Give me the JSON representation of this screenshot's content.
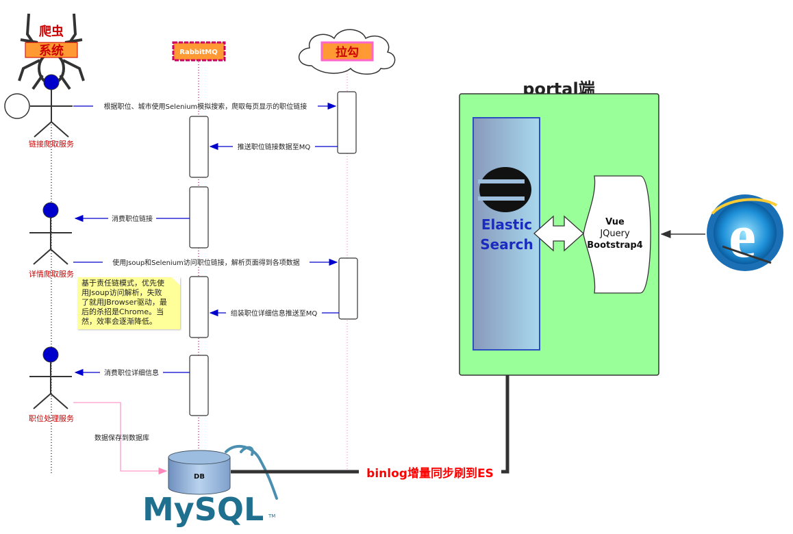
{
  "participants": {
    "crawler_title_line1": "爬虫",
    "crawler_title_line2": "系统",
    "rabbitmq": "RabbitMQ",
    "lagou": "拉勾"
  },
  "actors": {
    "link_service": "链接爬取服务",
    "detail_service": "详情爬取服务",
    "position_service": "职位处理服务"
  },
  "messages": {
    "m1": "根据职位、城市使用Selenium模拟搜索，爬取每页显示的职位链接",
    "m2": "推送职位链接数据至MQ",
    "m3": "消费职位链接",
    "m4": "使用Jsoup和Selenium访问职位链接，解析页面得到各项数据",
    "m5": "组装职位详细信息推送至MQ",
    "m6": "消费职位详细信息",
    "m7": "数据保存到数据库"
  },
  "note": {
    "line1": "基于责任链模式，优先使",
    "line2": "用Jsoup访问解析，失败",
    "line3": "了就用JBrowser驱动，最",
    "line4": "后的杀招是Chrome。当",
    "line5": "然，效率会逐渐降低。"
  },
  "database": {
    "label": "DB",
    "logo_text": "MySQL",
    "logo_tm": "TM"
  },
  "sync_label": "binlog增量同步刷到ES",
  "portal": {
    "title": "portal端",
    "elastic_line1": "Elastic",
    "elastic_line2": "Search",
    "frontend_line1": "Vue",
    "frontend_line2": "JQuery",
    "frontend_line3": "Bootstrap4"
  },
  "icons": {
    "spider": "spider-icon",
    "cloud": "cloud-icon",
    "elastic_logo": "elasticsearch-logo-icon",
    "ie": "internet-explorer-icon",
    "mysql_dolphin": "mysql-dolphin-icon"
  },
  "colors": {
    "arrow_blue": "#0000cc",
    "portal_green": "#99ff99",
    "sync_red": "#ff0000",
    "actor_red": "#cc0000",
    "mq_border": "#cc0066",
    "orange_label": "#ff9933"
  }
}
